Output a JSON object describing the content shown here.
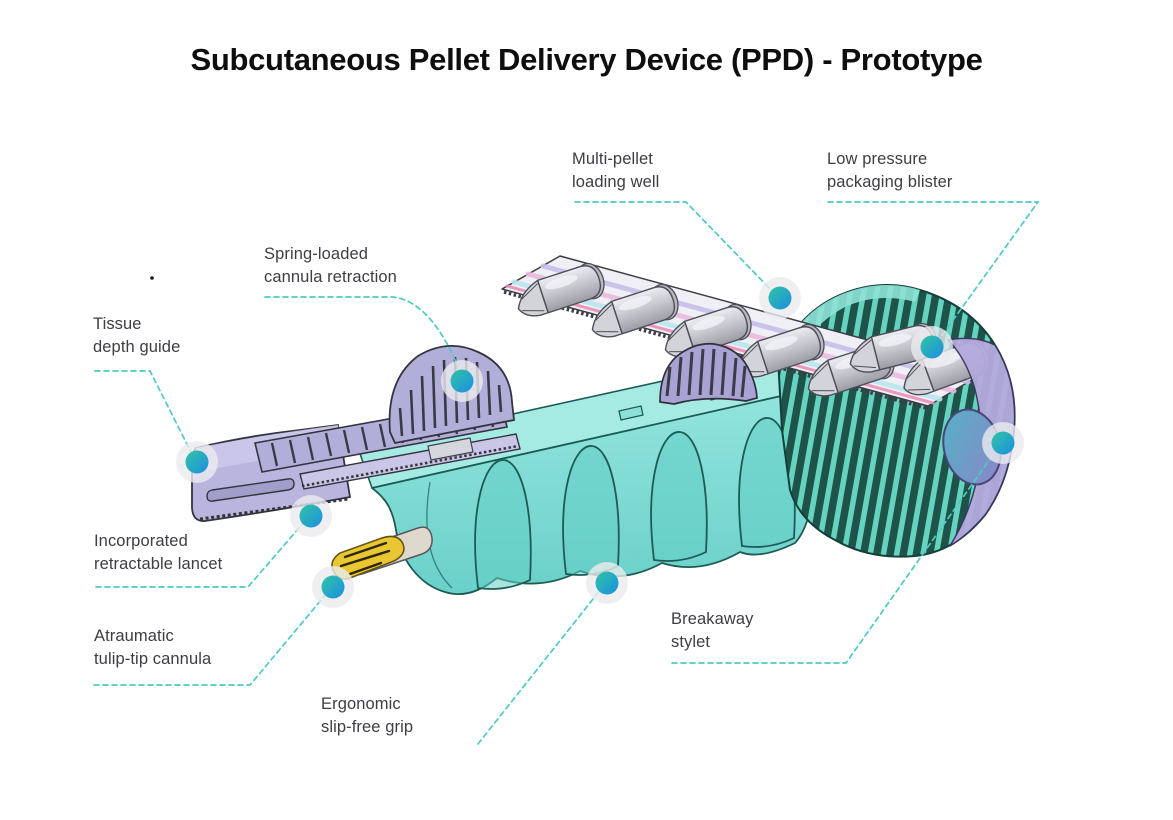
{
  "title": "Subcutaneous Pellet Delivery Device (PPD) - Prototype",
  "callouts": {
    "multi_pellet": {
      "label": "Multi-pellet\nloading well"
    },
    "low_pressure": {
      "label": "Low pressure\npackaging blister"
    },
    "spring_loaded": {
      "label": "Spring-loaded\ncannula retraction"
    },
    "tissue_depth": {
      "label": "Tissue\ndepth guide"
    },
    "retractable_lancet": {
      "label": "Incorporated\nretractable lancet"
    },
    "tulip_tip": {
      "label": "Atraumatic\ntulip-tip cannula"
    },
    "ergonomic_grip": {
      "label": "Ergonomic\nslip-free grip"
    },
    "breakaway_stylet": {
      "label": "Breakaway\nstylet"
    }
  },
  "colors": {
    "leader_line": "#4ecac3",
    "marker_gradient_start": "#31c4a4",
    "marker_gradient_end": "#1b8ee2",
    "marker_halo": "#ebebef",
    "body_teal_light": "#93e5de",
    "body_teal": "#6ad0c9",
    "rear_rib_dark": "#1d5349",
    "rear_rib_light": "#66d2c0",
    "lavender_part": "#b7b3dc",
    "capsule_gray": "#c9c9cf",
    "cannula_yellow": "#e8c733",
    "label_text": "#3d3d44",
    "title_text": "#0e0e0e"
  }
}
